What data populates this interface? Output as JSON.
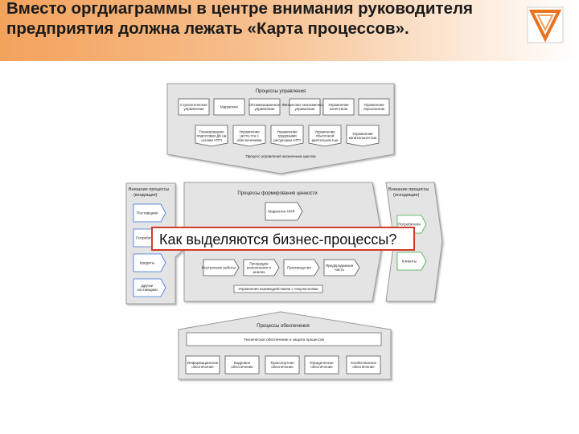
{
  "slide": {
    "title": "Вместо оргдиаграммы в центре внимания руководителя предприятия должна лежать «Карта процессов».",
    "logo_icon": "triangle-logo-icon"
  },
  "callout": {
    "text": "Как выделяются бизнес-процессы?"
  },
  "diagram": {
    "management": {
      "title": "Процессы управления",
      "row1": [
        "Стратегическое управление",
        "Маркетинг",
        "Оптимизационное управление",
        "Финансово-экономическое управление",
        "Управление качеством",
        "Управление персоналом"
      ],
      "row2": [
        "Планирование подготовки ДК на основе НТП",
        "Управление нетто-ттн с обеспечением",
        "Управление трудовыми ресурсами НТП",
        "Управление сбыточной деятельностью",
        "Управление капитальностью"
      ],
      "footer": "Процесс управления жизненным циклом"
    },
    "inputs": {
      "title": "Внешние процессы (входящие)",
      "items": [
        "Поставщики",
        "Потребители",
        "Кредиты",
        "Другие поставщики"
      ]
    },
    "value": {
      "title": "Процессы формирования ценности",
      "top": "Маркетинг НИР",
      "row": [
        "Внутренние работы",
        "Процедура выполнения и анализ",
        "Производство",
        "Предпродажная часть"
      ],
      "footer": "Управление взаимодействием с покупателями"
    },
    "outputs": {
      "title": "Внешние процессы (исходящие)",
      "items": [
        "Потребители",
        "Клиенты"
      ]
    },
    "support": {
      "title": "Процессы обеспечения",
      "bar": "Техническое обеспечение и защита процессов",
      "row": [
        "Информационное обеспечение",
        "Кадровое обеспечение",
        "Транспортное обеспечение",
        "Юридическое обеспечение",
        "Хозяйственное обеспечение"
      ]
    }
  }
}
